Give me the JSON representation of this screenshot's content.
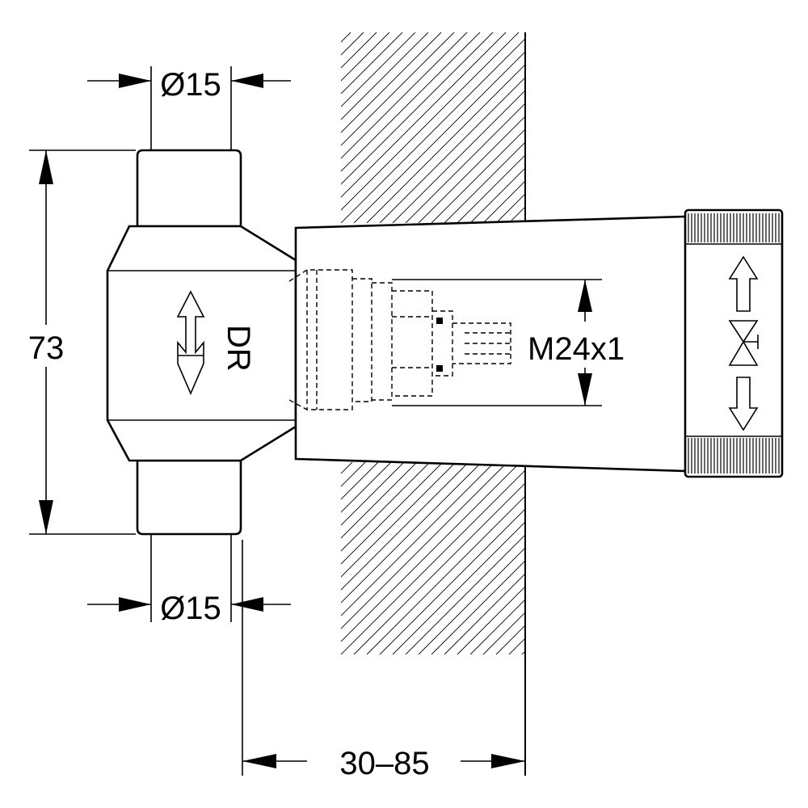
{
  "dimensions": {
    "top_diameter": "Ø15",
    "bottom_diameter": "Ø15",
    "height": "73",
    "thread": "M24x1",
    "depth_range": "30–85"
  },
  "body_marking": "DR",
  "colors": {
    "line": "#000000",
    "background": "#ffffff"
  },
  "icons": [
    "flow-direction-arrow-icon",
    "valve-symbol-icon",
    "up-arrow-icon",
    "down-arrow-icon"
  ]
}
